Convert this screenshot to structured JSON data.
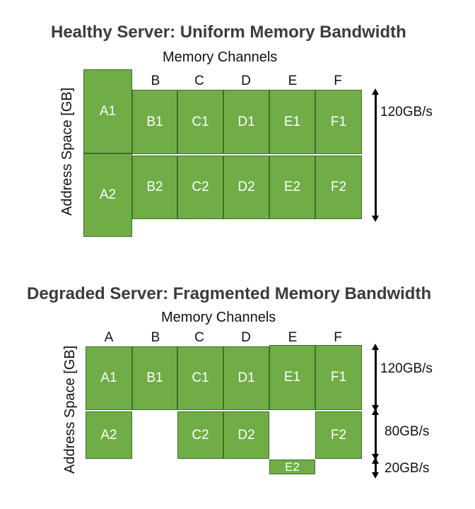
{
  "healthy": {
    "title": "Healthy Server: Uniform Memory Bandwidth",
    "x_label": "Memory Channels",
    "y_label": "Address Space [GB]",
    "channels": [
      "B",
      "C",
      "D",
      "E",
      "F"
    ],
    "blocks": [
      "A1",
      "A2",
      "B1",
      "B2",
      "C1",
      "C2",
      "D1",
      "D2",
      "E1",
      "E2",
      "F1",
      "F2"
    ],
    "bandwidth": "120GB/s"
  },
  "degraded": {
    "title": "Degraded Server: Fragmented Memory Bandwidth",
    "x_label": "Memory Channels",
    "y_label": "Address Space [GB]",
    "channels": [
      "A",
      "B",
      "C",
      "D",
      "E",
      "F"
    ],
    "blocks": [
      "A1",
      "B1",
      "C1",
      "D1",
      "E1",
      "F1",
      "A2",
      "C2",
      "D2",
      "F2",
      "E2"
    ],
    "bandwidth": [
      "120GB/s",
      "80GB/s",
      "20GB/s"
    ]
  },
  "colors": {
    "block_fill": "#70ad47",
    "block_border": "#3f6e28",
    "title": "#3b3b3b"
  }
}
